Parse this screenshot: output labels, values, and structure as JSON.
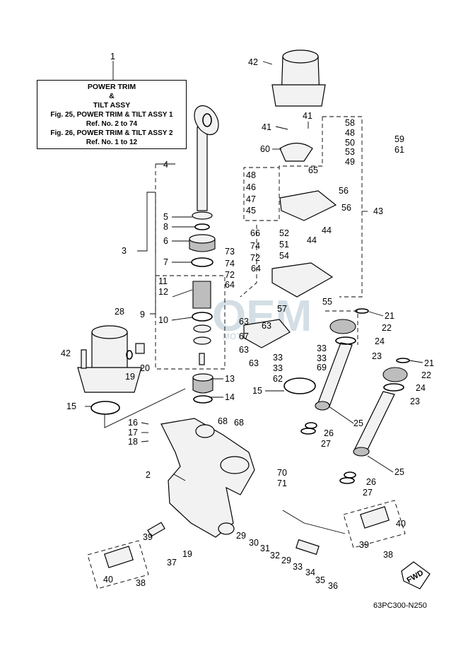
{
  "reference_box": {
    "title_line1": "POWER TRIM",
    "title_line2": "&",
    "title_line3": "TILT ASSY",
    "line_fig25": "Fig. 25, POWER TRIM & TILT ASSY 1",
    "line_ref25": "Ref. No. 2 to 74",
    "line_fig26": "Fig. 26, POWER TRIM & TILT ASSY 2",
    "line_ref26": "Ref. No. 1 to 12"
  },
  "diagram_code": "63PC300-N250",
  "fwd_label": "FWD",
  "watermark": {
    "main": "OEM",
    "sub": "MOTORPARTS"
  },
  "callouts": {
    "c1": "1",
    "c2": "2",
    "c3": "3",
    "c4": "4",
    "c5": "5",
    "c6": "6",
    "c7": "7",
    "c8": "8",
    "c9": "9",
    "c10": "10",
    "c11": "11",
    "c12": "12",
    "c13": "13",
    "c14": "14",
    "c15a": "15",
    "c15b": "15",
    "c16": "16",
    "c17": "17",
    "c18": "18",
    "c19a": "19",
    "c19b": "19",
    "c20": "20",
    "c21a": "21",
    "c21b": "21",
    "c22a": "22",
    "c22b": "22",
    "c23a": "23",
    "c23b": "23",
    "c24a": "24",
    "c24b": "24",
    "c25a": "25",
    "c25b": "25",
    "c26a": "26",
    "c26b": "26",
    "c27a": "27",
    "c27b": "27",
    "c28": "28",
    "c29a": "29",
    "c29b": "29",
    "c30": "30",
    "c31": "31",
    "c32": "32",
    "c33a": "33",
    "c33b": "33",
    "c33c": "33",
    "c33d": "33",
    "c33e": "33",
    "c34": "34",
    "c35": "35",
    "c36": "36",
    "c37": "37",
    "c38a": "38",
    "c38b": "38",
    "c39a": "39",
    "c39b": "39",
    "c40a": "40",
    "c40b": "40",
    "c41a": "41",
    "c41b": "41",
    "c42a": "42",
    "c42b": "42",
    "c43": "43",
    "c44a": "44",
    "c44b": "44",
    "c45": "45",
    "c46": "46",
    "c47": "47",
    "c48a": "48",
    "c48b": "48",
    "c49": "49",
    "c50": "50",
    "c51": "51",
    "c52": "52",
    "c53": "53",
    "c54": "54",
    "c55": "55",
    "c56a": "56",
    "c56b": "56",
    "c57": "57",
    "c58": "58",
    "c59": "59",
    "c60": "60",
    "c61": "61",
    "c62": "62",
    "c63a": "63",
    "c63b": "63",
    "c63c": "63",
    "c63d": "63",
    "c64a": "64",
    "c64b": "64",
    "c65": "65",
    "c66": "66",
    "c67": "67",
    "c68a": "68",
    "c68b": "68",
    "c69": "69",
    "c70": "70",
    "c71": "71",
    "c72a": "72",
    "c72b": "72",
    "c73": "73",
    "c74a": "74",
    "c74b": "74"
  }
}
